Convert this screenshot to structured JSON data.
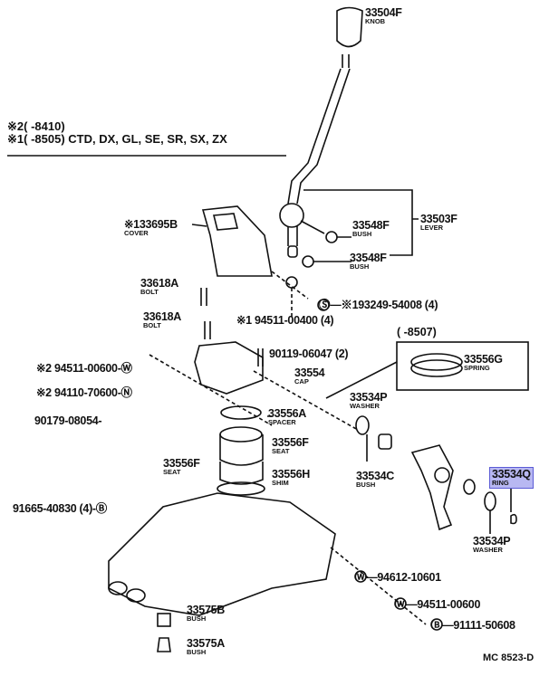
{
  "notes": {
    "line1": "※2(        -8410)",
    "line2": "※1(        -8505) CTD, DX, GL, SE, SR, SX, ZX"
  },
  "range_box_label": "(        -8507)",
  "diagram_code": "MC 8523-D",
  "highlight_color": "#b8b8f2",
  "parts": [
    {
      "id": "p1",
      "num": "33504F",
      "name": "KNOB"
    },
    {
      "id": "p2",
      "num": "33503F",
      "name": "LEVER"
    },
    {
      "id": "p3",
      "num": "33548F",
      "name": "BUSH"
    },
    {
      "id": "p4",
      "num": "33548F",
      "name": "BUSH"
    },
    {
      "id": "p5",
      "num": "※133695B",
      "name": "COVER"
    },
    {
      "id": "p6",
      "num": "33618A",
      "name": "BOLT"
    },
    {
      "id": "p7",
      "num": "33618A",
      "name": "BOLT"
    },
    {
      "id": "p8",
      "num": "※1 94511-00400 (4)",
      "name": ""
    },
    {
      "id": "p9",
      "num": "Ⓢ—※193249-54008 (4)",
      "name": ""
    },
    {
      "id": "p10",
      "num": "33556G",
      "name": "SPRING"
    },
    {
      "id": "p11",
      "num": "90119-06047 (2)",
      "name": ""
    },
    {
      "id": "p12",
      "num": "※2 94511-00600-Ⓦ",
      "name": ""
    },
    {
      "id": "p13",
      "num": "33554",
      "name": "CAP"
    },
    {
      "id": "p14",
      "num": "※2 94110-70600-Ⓝ",
      "name": ""
    },
    {
      "id": "p15",
      "num": "33534P",
      "name": "WASHER"
    },
    {
      "id": "p16",
      "num": "90179-08054-",
      "name": ""
    },
    {
      "id": "p17",
      "num": "33556A",
      "name": "SPACER"
    },
    {
      "id": "p18",
      "num": "33556F",
      "name": "SEAT"
    },
    {
      "id": "p19",
      "num": "33556F",
      "name": "SEAT"
    },
    {
      "id": "p20",
      "num": "33556H",
      "name": "SHIM"
    },
    {
      "id": "p21",
      "num": "33534C",
      "name": "BUSH"
    },
    {
      "id": "p22",
      "num": "33534Q",
      "name": "RING",
      "highlighted": true
    },
    {
      "id": "p23",
      "num": "91665-40830 (4)-Ⓑ",
      "name": ""
    },
    {
      "id": "p24",
      "num": "33534P",
      "name": "WASHER"
    },
    {
      "id": "p25",
      "num": "Ⓦ—94612-10601",
      "name": ""
    },
    {
      "id": "p26",
      "num": "Ⓦ—94511-00600",
      "name": ""
    },
    {
      "id": "p27",
      "num": "Ⓑ—91111-50608",
      "name": ""
    },
    {
      "id": "p28",
      "num": "33575B",
      "name": "BUSH"
    },
    {
      "id": "p29",
      "num": "33575A",
      "name": "BUSH"
    }
  ]
}
